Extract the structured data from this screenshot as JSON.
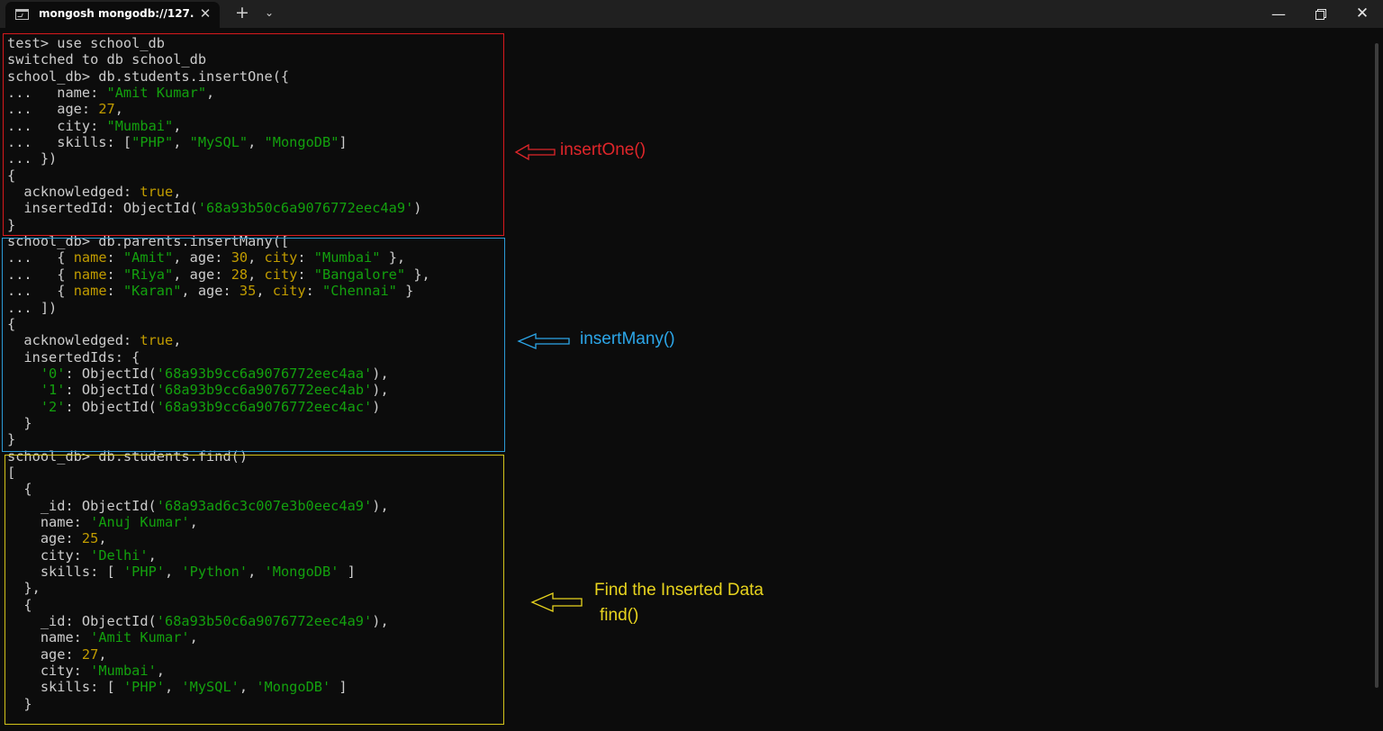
{
  "window": {
    "tab_title": "mongosh mongodb://127.0.0.",
    "tab_close": "✕",
    "new_tab": "+",
    "tab_dropdown": "⌄",
    "minimize": "—",
    "close": "✕"
  },
  "terminal": {
    "lines": [
      [
        {
          "t": "test> use school_db"
        }
      ],
      [
        {
          "t": "switched to db school_db"
        }
      ],
      [
        {
          "t": "school_db> db.students.insertOne({"
        }
      ],
      [
        {
          "t": "...   name: "
        },
        {
          "t": "\"Amit Kumar\"",
          "c": "s"
        },
        {
          "t": ","
        }
      ],
      [
        {
          "t": "...   age: "
        },
        {
          "t": "27",
          "c": "n"
        },
        {
          "t": ","
        }
      ],
      [
        {
          "t": "...   city: "
        },
        {
          "t": "\"Mumbai\"",
          "c": "s"
        },
        {
          "t": ","
        }
      ],
      [
        {
          "t": "...   skills: ["
        },
        {
          "t": "\"PHP\"",
          "c": "s"
        },
        {
          "t": ", "
        },
        {
          "t": "\"MySQL\"",
          "c": "s"
        },
        {
          "t": ", "
        },
        {
          "t": "\"MongoDB\"",
          "c": "s"
        },
        {
          "t": "]"
        }
      ],
      [
        {
          "t": "... })"
        }
      ],
      [
        {
          "t": "{"
        }
      ],
      [
        {
          "t": "  acknowledged: "
        },
        {
          "t": "true",
          "c": "n"
        },
        {
          "t": ","
        }
      ],
      [
        {
          "t": "  insertedId: ObjectId("
        },
        {
          "t": "'68a93b50c6a9076772eec4a9'",
          "c": "s"
        },
        {
          "t": ")"
        }
      ],
      [
        {
          "t": "}"
        }
      ],
      [
        {
          "t": "school_db> db.parents.insertMany(["
        }
      ],
      [
        {
          "t": "...   { "
        },
        {
          "t": "name",
          "c": "n"
        },
        {
          "t": ": "
        },
        {
          "t": "\"Amit\"",
          "c": "s"
        },
        {
          "t": ", age: "
        },
        {
          "t": "30",
          "c": "n"
        },
        {
          "t": ", "
        },
        {
          "t": "city",
          "c": "n"
        },
        {
          "t": ": "
        },
        {
          "t": "\"Mumbai\"",
          "c": "s"
        },
        {
          "t": " },"
        }
      ],
      [
        {
          "t": "...   { "
        },
        {
          "t": "name",
          "c": "n"
        },
        {
          "t": ": "
        },
        {
          "t": "\"Riya\"",
          "c": "s"
        },
        {
          "t": ", age: "
        },
        {
          "t": "28",
          "c": "n"
        },
        {
          "t": ", "
        },
        {
          "t": "city",
          "c": "n"
        },
        {
          "t": ": "
        },
        {
          "t": "\"Bangalore\"",
          "c": "s"
        },
        {
          "t": " },"
        }
      ],
      [
        {
          "t": "...   { "
        },
        {
          "t": "name",
          "c": "n"
        },
        {
          "t": ": "
        },
        {
          "t": "\"Karan\"",
          "c": "s"
        },
        {
          "t": ", age: "
        },
        {
          "t": "35",
          "c": "n"
        },
        {
          "t": ", "
        },
        {
          "t": "city",
          "c": "n"
        },
        {
          "t": ": "
        },
        {
          "t": "\"Chennai\"",
          "c": "s"
        },
        {
          "t": " }"
        }
      ],
      [
        {
          "t": "... ])"
        }
      ],
      [
        {
          "t": "{"
        }
      ],
      [
        {
          "t": "  acknowledged: "
        },
        {
          "t": "true",
          "c": "n"
        },
        {
          "t": ","
        }
      ],
      [
        {
          "t": "  insertedIds: {"
        }
      ],
      [
        {
          "t": "    "
        },
        {
          "t": "'0'",
          "c": "s"
        },
        {
          "t": ": ObjectId("
        },
        {
          "t": "'68a93b9cc6a9076772eec4aa'",
          "c": "s"
        },
        {
          "t": "),"
        }
      ],
      [
        {
          "t": "    "
        },
        {
          "t": "'1'",
          "c": "s"
        },
        {
          "t": ": ObjectId("
        },
        {
          "t": "'68a93b9cc6a9076772eec4ab'",
          "c": "s"
        },
        {
          "t": "),"
        }
      ],
      [
        {
          "t": "    "
        },
        {
          "t": "'2'",
          "c": "s"
        },
        {
          "t": ": ObjectId("
        },
        {
          "t": "'68a93b9cc6a9076772eec4ac'",
          "c": "s"
        },
        {
          "t": ")"
        }
      ],
      [
        {
          "t": "  }"
        }
      ],
      [
        {
          "t": "}"
        }
      ],
      [
        {
          "t": "school_db> db.students.find()"
        }
      ],
      [
        {
          "t": "["
        }
      ],
      [
        {
          "t": "  {"
        }
      ],
      [
        {
          "t": "    _id: ObjectId("
        },
        {
          "t": "'68a93ad6c3c007e3b0eec4a9'",
          "c": "s"
        },
        {
          "t": "),"
        }
      ],
      [
        {
          "t": "    name: "
        },
        {
          "t": "'Anuj Kumar'",
          "c": "s"
        },
        {
          "t": ","
        }
      ],
      [
        {
          "t": "    age: "
        },
        {
          "t": "25",
          "c": "n"
        },
        {
          "t": ","
        }
      ],
      [
        {
          "t": "    city: "
        },
        {
          "t": "'Delhi'",
          "c": "s"
        },
        {
          "t": ","
        }
      ],
      [
        {
          "t": "    skills: [ "
        },
        {
          "t": "'PHP'",
          "c": "s"
        },
        {
          "t": ", "
        },
        {
          "t": "'Python'",
          "c": "s"
        },
        {
          "t": ", "
        },
        {
          "t": "'MongoDB'",
          "c": "s"
        },
        {
          "t": " ]"
        }
      ],
      [
        {
          "t": "  },"
        }
      ],
      [
        {
          "t": "  {"
        }
      ],
      [
        {
          "t": "    _id: ObjectId("
        },
        {
          "t": "'68a93b50c6a9076772eec4a9'",
          "c": "s"
        },
        {
          "t": "),"
        }
      ],
      [
        {
          "t": "    name: "
        },
        {
          "t": "'Amit Kumar'",
          "c": "s"
        },
        {
          "t": ","
        }
      ],
      [
        {
          "t": "    age: "
        },
        {
          "t": "27",
          "c": "n"
        },
        {
          "t": ","
        }
      ],
      [
        {
          "t": "    city: "
        },
        {
          "t": "'Mumbai'",
          "c": "s"
        },
        {
          "t": ","
        }
      ],
      [
        {
          "t": "    skills: [ "
        },
        {
          "t": "'PHP'",
          "c": "s"
        },
        {
          "t": ", "
        },
        {
          "t": "'MySQL'",
          "c": "s"
        },
        {
          "t": ", "
        },
        {
          "t": "'MongoDB'",
          "c": "s"
        },
        {
          "t": " ]"
        }
      ],
      [
        {
          "t": "  }"
        }
      ]
    ]
  },
  "annotations": {
    "insert_one": {
      "label": "insertOne()",
      "color": "#e0262a"
    },
    "insert_many": {
      "label": "insertMany()",
      "color": "#2ca6e8"
    },
    "find": {
      "line1": "Find the Inserted Data",
      "line2": "find()",
      "color": "#e8d41e"
    }
  },
  "colors": {
    "background": "#0c0c0c",
    "titlebar": "#202020",
    "text": "#cccccc",
    "string": "#13a10e",
    "number": "#c19c00"
  }
}
